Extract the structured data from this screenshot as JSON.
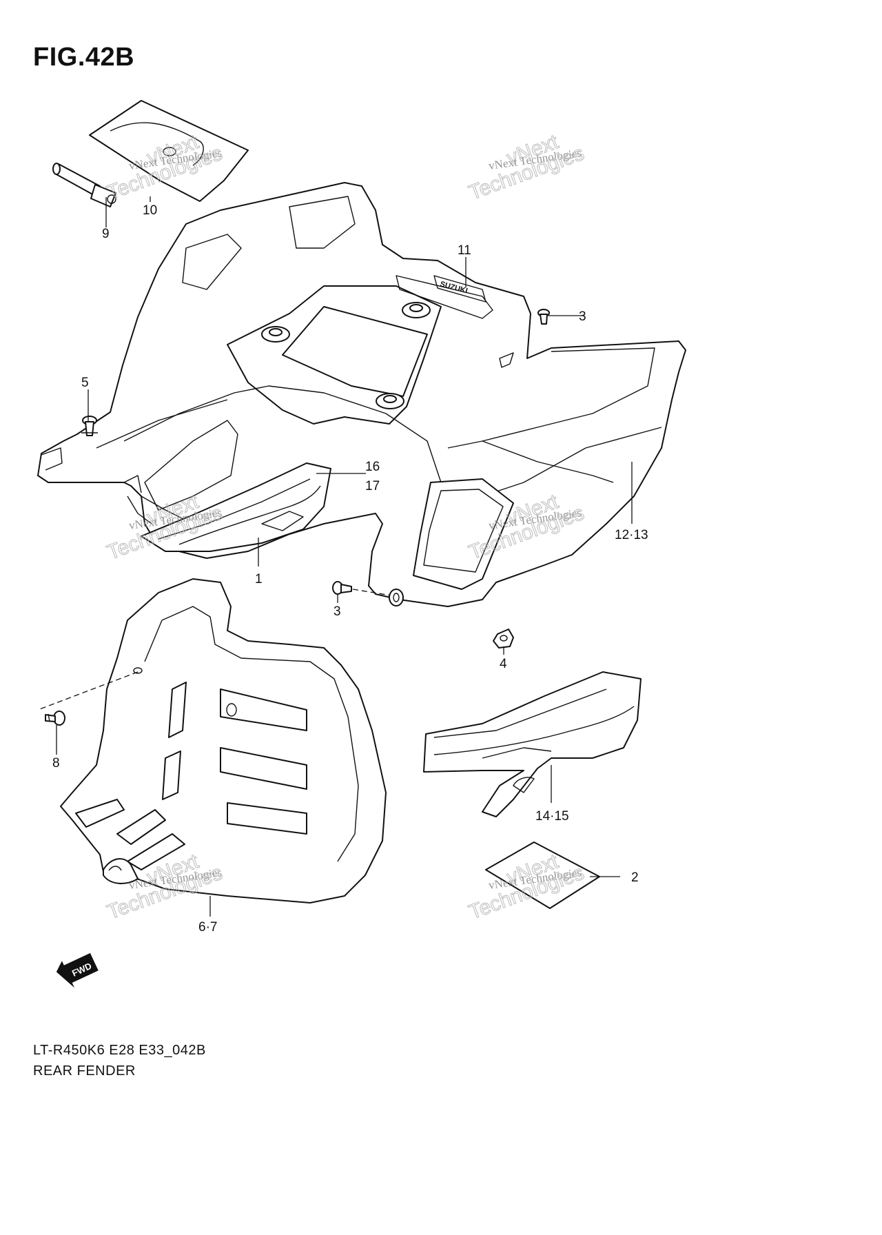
{
  "title": "FIG.42B",
  "footer": {
    "model_code": "LT-R450K6 E28 E33_042B",
    "section_name": "REAR FENDER"
  },
  "callouts": {
    "c1": "1",
    "c2": "2",
    "c3a": "3",
    "c3b": "3",
    "c4": "4",
    "c5": "5",
    "c6_7": "6·7",
    "c8": "8",
    "c9": "9",
    "c10": "10",
    "c11": "11",
    "c12_13": "12·13",
    "c14_15": "14·15",
    "c16": "16",
    "c17": "17"
  },
  "watermark": {
    "line1": "vNext Technologies",
    "line2": "vNext",
    "line3": "Technologies"
  },
  "fwd_badge": "FWD",
  "decal_text": "SUZUKI",
  "colors": {
    "line": "#111111",
    "watermark": "#8a8a8a",
    "background": "#ffffff"
  }
}
